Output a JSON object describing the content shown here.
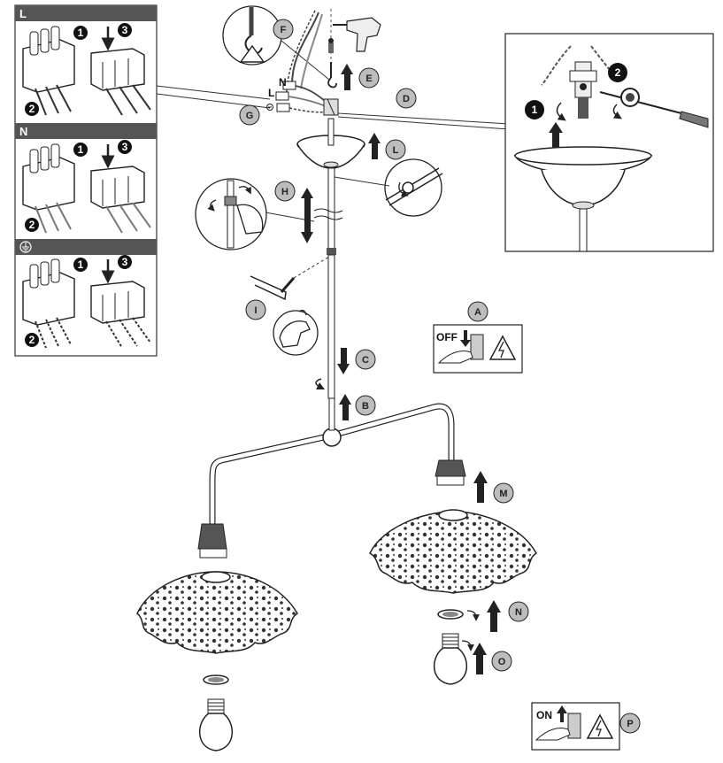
{
  "panels": {
    "L": "L",
    "N": "N",
    "earth_icon": "earth-ground-icon"
  },
  "steps": {
    "one": "1",
    "two": "2",
    "three": "3"
  },
  "callouts": {
    "A": "A",
    "B": "B",
    "C": "C",
    "D": "D",
    "E": "E",
    "F": "F",
    "G": "G",
    "H": "H",
    "I": "I",
    "L": "L",
    "M": "M",
    "N": "N",
    "O": "O",
    "P": "P"
  },
  "wire_labels": {
    "L": "L",
    "N": "N"
  },
  "switch": {
    "off": "OFF",
    "on": "ON"
  },
  "colors": {
    "ink": "#222222",
    "callout_fill": "#bdbdbd",
    "header_fill": "#555555"
  }
}
